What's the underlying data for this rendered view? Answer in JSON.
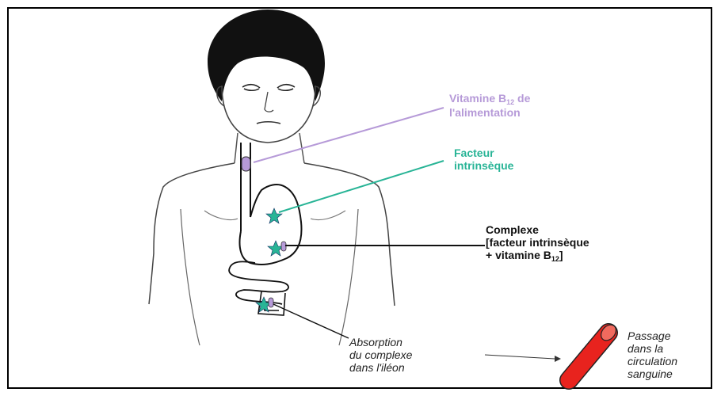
{
  "labels": {
    "vitamin_food": {
      "line1_prefix": "Vitamine B",
      "line1_sub": "12",
      "line1_suffix": " de",
      "line2": "l'alimentation"
    },
    "intrinsic_factor": {
      "line1": "Facteur",
      "line2": "intrinsèque"
    },
    "complex": {
      "line1": "Complexe",
      "line2": "[facteur intrinsèque",
      "line3_prefix": "+ vitamine B",
      "line3_sub": "12",
      "line3_suffix": "]"
    },
    "absorption": {
      "line1": "Absorption",
      "line2": "du complexe",
      "line3": "dans l'iléon"
    },
    "passage": {
      "line1": "Passage",
      "line2": "dans la",
      "line3": "circulation",
      "line4": "sanguine"
    }
  },
  "colors": {
    "vitamin": "#b69ad8",
    "intrinsic_factor": "#28b496",
    "complex": "#111111",
    "blood_vessel": "#e8231e",
    "outline": "#111111"
  }
}
